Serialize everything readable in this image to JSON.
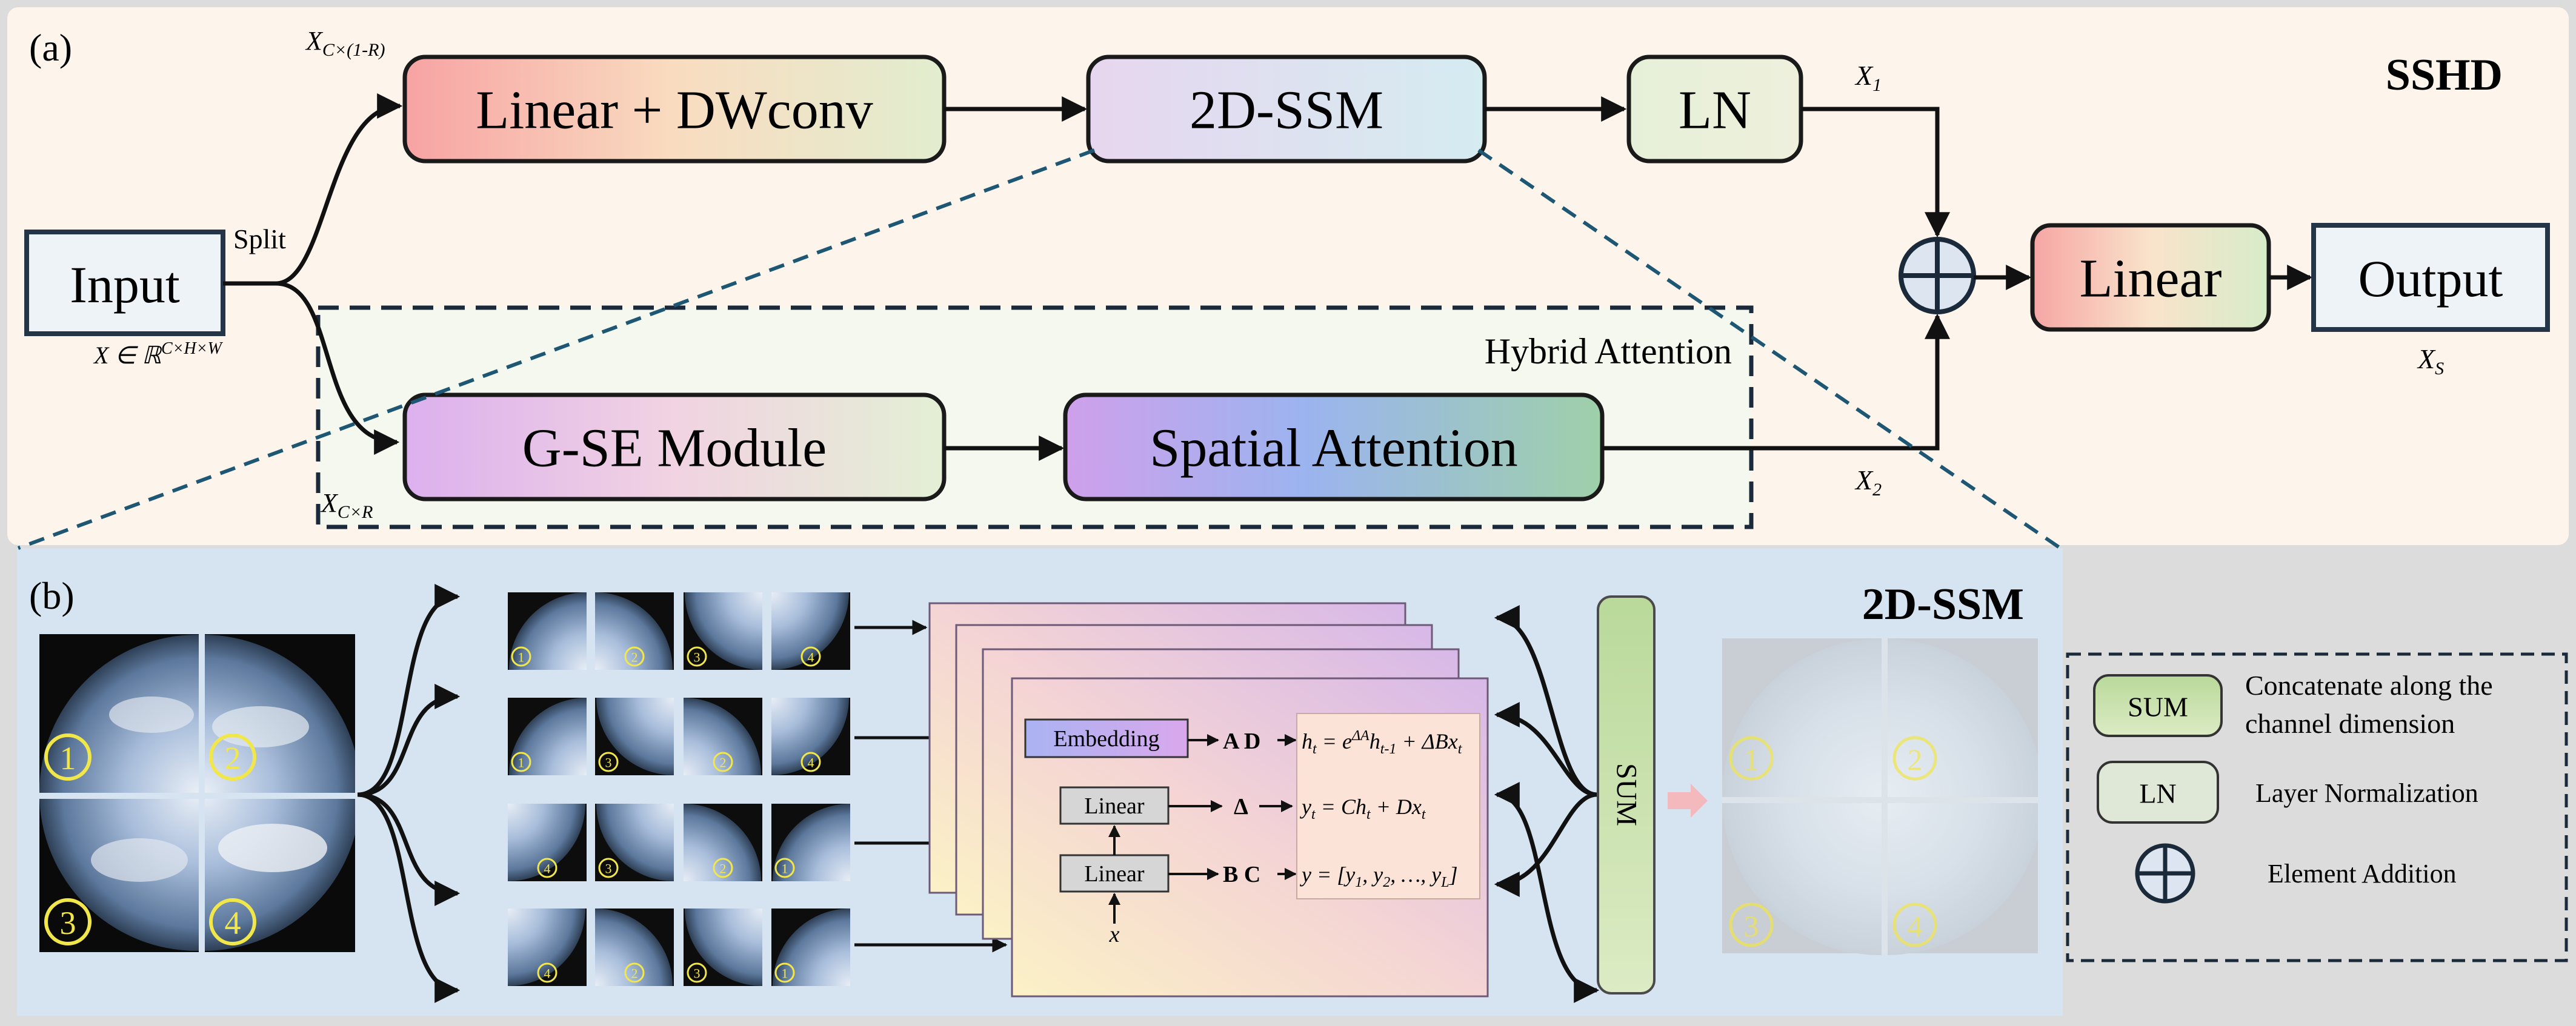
{
  "panel_a": {
    "label": "(a)",
    "title": "SSHD",
    "input": "Input",
    "input_math": "X ∈ ℝ",
    "input_math_sup": "C×H×W",
    "split": "Split",
    "x_top_base": "X",
    "x_top_sub": "C×(1-R)",
    "x_bot_base": "X",
    "x_bot_sub": "C×R",
    "linear_dwconv": "Linear + DWconv",
    "ssm": "2D-SSM",
    "ln": "LN",
    "x1_base": "X",
    "x1_sub": "1",
    "x2_base": "X",
    "x2_sub": "2",
    "hybrid_attention": "Hybrid Attention",
    "gse": "G-SE Module",
    "spatial_attention": "Spatial Attention",
    "linear": "Linear",
    "output": "Output",
    "xs_base": "X",
    "xs_sub": "S"
  },
  "panel_b": {
    "label": "(b)",
    "title": "2D-SSM",
    "quadrants": [
      "1",
      "2",
      "3",
      "4"
    ],
    "scan_orders": [
      [
        "1",
        "2",
        "3",
        "4"
      ],
      [
        "1",
        "3",
        "2",
        "4"
      ],
      [
        "4",
        "3",
        "2",
        "1"
      ],
      [
        "4",
        "2",
        "3",
        "1"
      ]
    ],
    "embedding": "Embedding",
    "linear_1": "Linear",
    "linear_2": "Linear",
    "label_ad": "A D",
    "label_delta": "Δ",
    "label_bc": "B C",
    "label_x": "x",
    "eq1": "h_t = e^{ΔA} h_{t-1} + ΔB x_t",
    "eq2": "y_t = C h_t + D x_t",
    "eq3": "y = [y_1, y_2, …, y_L]",
    "sum": "SUM"
  },
  "legend": {
    "items": [
      {
        "key": "SUM",
        "desc_line1": "Concatenate along the",
        "desc_line2": "channel dimension"
      },
      {
        "key": "LN",
        "desc_line1": "Layer Normalization",
        "desc_line2": ""
      },
      {
        "key": "⊕",
        "desc_line1": "Element Addition",
        "desc_line2": ""
      }
    ]
  },
  "colors": {
    "panel_a_bg": "#fdf4ec",
    "panel_b_bg": "#d6e4f1",
    "legend_bg": "#d2d2d2",
    "box_border": "#1a1a1a",
    "io_box_fill": "#eef3f8",
    "io_box_border": "#243548",
    "dashed_teal": "#1d5773",
    "quadrant_label": "#f1e64a"
  }
}
